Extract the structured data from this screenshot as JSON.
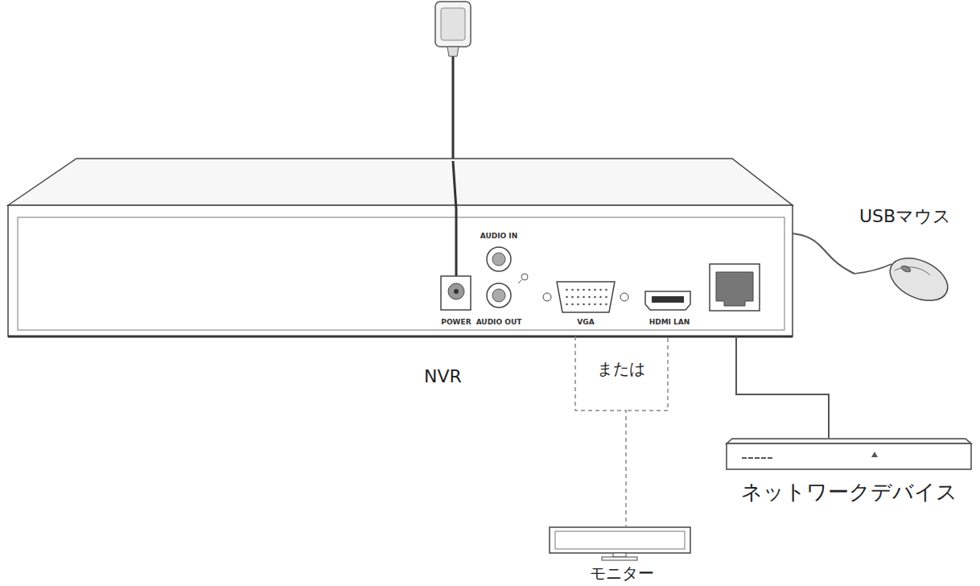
{
  "diagram": {
    "nodes": [
      {
        "text": [
          "AUDIO IN",
          "POWER",
          "AUDIO OUT",
          "VGA",
          "HDMI LAN"
        ]
      },
      {
        "text": [
          "USBマウス"
        ]
      },
      {
        "text": [
          "モニター"
        ]
      },
      {
        "text": [
          "ネットワークデバイス"
        ]
      }
    ],
    "edges": [
      {
        "from": 0,
        "to": 2,
        "arrow": "none",
        "label": "または"
      },
      {
        "from": 0,
        "to": 3,
        "arrow": "none"
      },
      {
        "from": 0,
        "to": 1,
        "arrow": "none"
      }
    ],
    "labels": [
      "NVR"
    ]
  }
}
